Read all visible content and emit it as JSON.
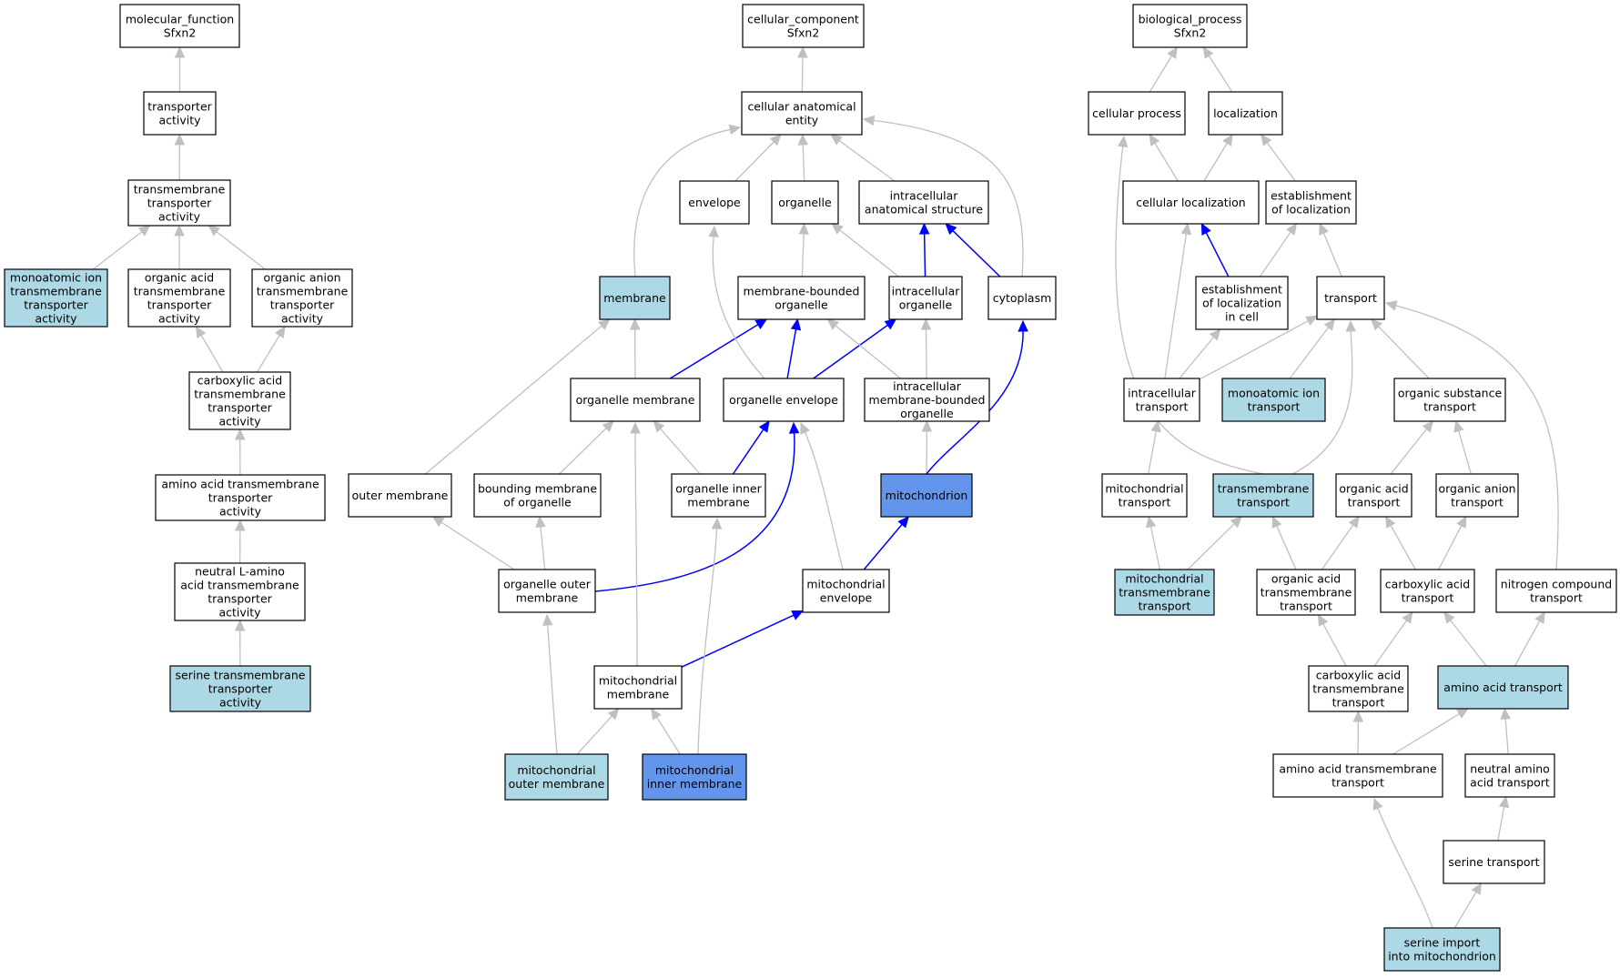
{
  "colors": {
    "plain": "#ffffff",
    "light": "#add8e6",
    "dark": "#6495ed",
    "edge_gray": "#c0c0c0",
    "edge_blue": "#0000ff"
  },
  "nodes": [
    {
      "id": "mf_root",
      "lines": [
        "molecular_function",
        "Sfxn2"
      ],
      "style": "plain"
    },
    {
      "id": "transporter_activity",
      "lines": [
        "transporter",
        "activity"
      ],
      "style": "plain"
    },
    {
      "id": "tm_transporter_activity",
      "lines": [
        "transmembrane",
        "transporter",
        "activity"
      ],
      "style": "plain"
    },
    {
      "id": "monoatomic_ion_tm_act",
      "lines": [
        "monoatomic ion",
        "transmembrane",
        "transporter",
        "activity"
      ],
      "style": "light"
    },
    {
      "id": "organic_acid_tm_act",
      "lines": [
        "organic acid",
        "transmembrane",
        "transporter",
        "activity"
      ],
      "style": "plain"
    },
    {
      "id": "organic_anion_tm_act",
      "lines": [
        "organic anion",
        "transmembrane",
        "transporter",
        "activity"
      ],
      "style": "plain"
    },
    {
      "id": "carboxylic_acid_tm_act",
      "lines": [
        "carboxylic acid",
        "transmembrane",
        "transporter",
        "activity"
      ],
      "style": "plain"
    },
    {
      "id": "amino_acid_tm_act",
      "lines": [
        "amino acid transmembrane",
        "transporter",
        "activity"
      ],
      "style": "plain"
    },
    {
      "id": "neutral_l_amino_act",
      "lines": [
        "neutral L-amino",
        "acid transmembrane",
        "transporter",
        "activity"
      ],
      "style": "plain"
    },
    {
      "id": "serine_tm_act",
      "lines": [
        "serine transmembrane",
        "transporter",
        "activity"
      ],
      "style": "light"
    },
    {
      "id": "cc_root",
      "lines": [
        "cellular_component",
        "Sfxn2"
      ],
      "style": "plain"
    },
    {
      "id": "cellular_anatomical_entity",
      "lines": [
        "cellular anatomical",
        "entity"
      ],
      "style": "plain"
    },
    {
      "id": "envelope",
      "lines": [
        "envelope"
      ],
      "style": "plain"
    },
    {
      "id": "organelle",
      "lines": [
        "organelle"
      ],
      "style": "plain"
    },
    {
      "id": "intracellular_anatomical_structure",
      "lines": [
        "intracellular",
        "anatomical structure"
      ],
      "style": "plain"
    },
    {
      "id": "membrane",
      "lines": [
        "membrane"
      ],
      "style": "light"
    },
    {
      "id": "membrane_bounded_organelle",
      "lines": [
        "membrane-bounded",
        "organelle"
      ],
      "style": "plain"
    },
    {
      "id": "intracellular_organelle",
      "lines": [
        "intracellular",
        "organelle"
      ],
      "style": "plain"
    },
    {
      "id": "cytoplasm",
      "lines": [
        "cytoplasm"
      ],
      "style": "plain"
    },
    {
      "id": "organelle_membrane",
      "lines": [
        "organelle membrane"
      ],
      "style": "plain"
    },
    {
      "id": "organelle_envelope",
      "lines": [
        "organelle envelope"
      ],
      "style": "plain"
    },
    {
      "id": "intracellular_mbo",
      "lines": [
        "intracellular",
        "membrane-bounded",
        "organelle"
      ],
      "style": "plain"
    },
    {
      "id": "outer_membrane",
      "lines": [
        "outer membrane"
      ],
      "style": "plain"
    },
    {
      "id": "bounding_membrane",
      "lines": [
        "bounding membrane",
        "of organelle"
      ],
      "style": "plain"
    },
    {
      "id": "organelle_inner_membrane",
      "lines": [
        "organelle inner",
        "membrane"
      ],
      "style": "plain"
    },
    {
      "id": "mitochondrion",
      "lines": [
        "mitochondrion"
      ],
      "style": "dark"
    },
    {
      "id": "organelle_outer_membrane",
      "lines": [
        "organelle outer",
        "membrane"
      ],
      "style": "plain"
    },
    {
      "id": "mitochondrial_envelope",
      "lines": [
        "mitochondrial",
        "envelope"
      ],
      "style": "plain"
    },
    {
      "id": "mitochondrial_membrane",
      "lines": [
        "mitochondrial",
        "membrane"
      ],
      "style": "plain"
    },
    {
      "id": "mito_outer_membrane",
      "lines": [
        "mitochondrial",
        "outer membrane"
      ],
      "style": "light"
    },
    {
      "id": "mito_inner_membrane",
      "lines": [
        "mitochondrial",
        "inner membrane"
      ],
      "style": "dark"
    },
    {
      "id": "bp_root",
      "lines": [
        "biological_process",
        "Sfxn2"
      ],
      "style": "plain"
    },
    {
      "id": "cellular_process",
      "lines": [
        "cellular process"
      ],
      "style": "plain"
    },
    {
      "id": "localization",
      "lines": [
        "localization"
      ],
      "style": "plain"
    },
    {
      "id": "cellular_localization",
      "lines": [
        "cellular localization"
      ],
      "style": "plain"
    },
    {
      "id": "establishment_of_localization",
      "lines": [
        "establishment",
        "of localization"
      ],
      "style": "plain"
    },
    {
      "id": "est_loc_in_cell",
      "lines": [
        "establishment",
        "of localization",
        "in cell"
      ],
      "style": "plain"
    },
    {
      "id": "transport",
      "lines": [
        "transport"
      ],
      "style": "plain"
    },
    {
      "id": "intracellular_transport",
      "lines": [
        "intracellular",
        "transport"
      ],
      "style": "plain"
    },
    {
      "id": "monoatomic_ion_transport",
      "lines": [
        "monoatomic ion",
        "transport"
      ],
      "style": "light"
    },
    {
      "id": "organic_substance_transport",
      "lines": [
        "organic substance",
        "transport"
      ],
      "style": "plain"
    },
    {
      "id": "mitochondrial_transport",
      "lines": [
        "mitochondrial",
        "transport"
      ],
      "style": "plain"
    },
    {
      "id": "transmembrane_transport",
      "lines": [
        "transmembrane",
        "transport"
      ],
      "style": "light"
    },
    {
      "id": "organic_acid_transport",
      "lines": [
        "organic acid",
        "transport"
      ],
      "style": "plain"
    },
    {
      "id": "organic_anion_transport",
      "lines": [
        "organic anion",
        "transport"
      ],
      "style": "plain"
    },
    {
      "id": "mito_tm_transport",
      "lines": [
        "mitochondrial",
        "transmembrane",
        "transport"
      ],
      "style": "light"
    },
    {
      "id": "organic_acid_tm_transport",
      "lines": [
        "organic acid",
        "transmembrane",
        "transport"
      ],
      "style": "plain"
    },
    {
      "id": "carboxylic_acid_transport",
      "lines": [
        "carboxylic acid",
        "transport"
      ],
      "style": "plain"
    },
    {
      "id": "nitrogen_compound_transport",
      "lines": [
        "nitrogen compound",
        "transport"
      ],
      "style": "plain"
    },
    {
      "id": "carboxylic_acid_tm_transport",
      "lines": [
        "carboxylic acid",
        "transmembrane",
        "transport"
      ],
      "style": "plain"
    },
    {
      "id": "amino_acid_transport",
      "lines": [
        "amino acid transport"
      ],
      "style": "light"
    },
    {
      "id": "amino_acid_tm_transport",
      "lines": [
        "amino acid transmembrane",
        "transport"
      ],
      "style": "plain"
    },
    {
      "id": "neutral_amino_acid_transport",
      "lines": [
        "neutral amino",
        "acid transport"
      ],
      "style": "plain"
    },
    {
      "id": "serine_transport",
      "lines": [
        "serine transport"
      ],
      "style": "plain"
    },
    {
      "id": "serine_import_mito",
      "lines": [
        "serine import",
        "into mitochondrion"
      ],
      "style": "light"
    }
  ],
  "edges": [
    {
      "from": "transporter_activity",
      "to": "mf_root",
      "color": "gray"
    },
    {
      "from": "tm_transporter_activity",
      "to": "transporter_activity",
      "color": "gray"
    },
    {
      "from": "monoatomic_ion_tm_act",
      "to": "tm_transporter_activity",
      "color": "gray"
    },
    {
      "from": "organic_acid_tm_act",
      "to": "tm_transporter_activity",
      "color": "gray"
    },
    {
      "from": "organic_anion_tm_act",
      "to": "tm_transporter_activity",
      "color": "gray"
    },
    {
      "from": "carboxylic_acid_tm_act",
      "to": "organic_acid_tm_act",
      "color": "gray"
    },
    {
      "from": "carboxylic_acid_tm_act",
      "to": "organic_anion_tm_act",
      "color": "gray"
    },
    {
      "from": "amino_acid_tm_act",
      "to": "carboxylic_acid_tm_act",
      "color": "gray"
    },
    {
      "from": "neutral_l_amino_act",
      "to": "amino_acid_tm_act",
      "color": "gray"
    },
    {
      "from": "serine_tm_act",
      "to": "neutral_l_amino_act",
      "color": "gray"
    },
    {
      "from": "cellular_anatomical_entity",
      "to": "cc_root",
      "color": "gray"
    },
    {
      "from": "envelope",
      "to": "cellular_anatomical_entity",
      "color": "gray"
    },
    {
      "from": "organelle",
      "to": "cellular_anatomical_entity",
      "color": "gray"
    },
    {
      "from": "intracellular_anatomical_structure",
      "to": "cellular_anatomical_entity",
      "color": "gray"
    },
    {
      "from": "membrane",
      "to": "cellular_anatomical_entity",
      "color": "gray"
    },
    {
      "from": "cytoplasm",
      "to": "cellular_anatomical_entity",
      "color": "gray"
    },
    {
      "from": "membrane_bounded_organelle",
      "to": "organelle",
      "color": "gray"
    },
    {
      "from": "intracellular_organelle",
      "to": "organelle",
      "color": "gray"
    },
    {
      "from": "intracellular_organelle",
      "to": "intracellular_anatomical_structure",
      "color": "blue"
    },
    {
      "from": "cytoplasm",
      "to": "intracellular_anatomical_structure",
      "color": "blue"
    },
    {
      "from": "organelle_membrane",
      "to": "membrane",
      "color": "gray"
    },
    {
      "from": "organelle_membrane",
      "to": "membrane_bounded_organelle",
      "color": "blue"
    },
    {
      "from": "organelle_envelope",
      "to": "envelope",
      "color": "gray"
    },
    {
      "from": "organelle_envelope",
      "to": "membrane_bounded_organelle",
      "color": "blue"
    },
    {
      "from": "organelle_envelope",
      "to": "intracellular_organelle",
      "color": "blue"
    },
    {
      "from": "intracellular_mbo",
      "to": "membrane_bounded_organelle",
      "color": "gray"
    },
    {
      "from": "intracellular_mbo",
      "to": "intracellular_organelle",
      "color": "gray"
    },
    {
      "from": "outer_membrane",
      "to": "membrane",
      "color": "gray"
    },
    {
      "from": "bounding_membrane",
      "to": "organelle_membrane",
      "color": "gray"
    },
    {
      "from": "organelle_inner_membrane",
      "to": "organelle_membrane",
      "color": "gray"
    },
    {
      "from": "organelle_inner_membrane",
      "to": "organelle_envelope",
      "color": "blue"
    },
    {
      "from": "mitochondrion",
      "to": "intracellular_mbo",
      "color": "gray"
    },
    {
      "from": "mitochondrion",
      "to": "cytoplasm",
      "color": "blue"
    },
    {
      "from": "organelle_outer_membrane",
      "to": "outer_membrane",
      "color": "gray"
    },
    {
      "from": "organelle_outer_membrane",
      "to": "bounding_membrane",
      "color": "gray"
    },
    {
      "from": "organelle_outer_membrane",
      "to": "organelle_envelope",
      "color": "blue"
    },
    {
      "from": "mitochondrial_envelope",
      "to": "organelle_envelope",
      "color": "gray"
    },
    {
      "from": "mitochondrial_envelope",
      "to": "mitochondrion",
      "color": "blue"
    },
    {
      "from": "mitochondrial_membrane",
      "to": "organelle_membrane",
      "color": "gray"
    },
    {
      "from": "mitochondrial_membrane",
      "to": "mitochondrial_envelope",
      "color": "blue"
    },
    {
      "from": "mito_outer_membrane",
      "to": "organelle_outer_membrane",
      "color": "gray"
    },
    {
      "from": "mito_outer_membrane",
      "to": "mitochondrial_membrane",
      "color": "gray"
    },
    {
      "from": "mito_inner_membrane",
      "to": "mitochondrial_membrane",
      "color": "gray"
    },
    {
      "from": "mito_inner_membrane",
      "to": "organelle_inner_membrane",
      "color": "gray"
    },
    {
      "from": "cellular_process",
      "to": "bp_root",
      "color": "gray"
    },
    {
      "from": "localization",
      "to": "bp_root",
      "color": "gray"
    },
    {
      "from": "cellular_localization",
      "to": "cellular_process",
      "color": "gray"
    },
    {
      "from": "cellular_localization",
      "to": "localization",
      "color": "gray"
    },
    {
      "from": "establishment_of_localization",
      "to": "localization",
      "color": "gray"
    },
    {
      "from": "est_loc_in_cell",
      "to": "cellular_localization",
      "color": "blue"
    },
    {
      "from": "est_loc_in_cell",
      "to": "establishment_of_localization",
      "color": "gray"
    },
    {
      "from": "transport",
      "to": "establishment_of_localization",
      "color": "gray"
    },
    {
      "from": "intracellular_transport",
      "to": "cellular_localization",
      "color": "gray"
    },
    {
      "from": "intracellular_transport",
      "to": "est_loc_in_cell",
      "color": "gray"
    },
    {
      "from": "intracellular_transport",
      "to": "transport",
      "color": "gray"
    },
    {
      "from": "monoatomic_ion_transport",
      "to": "transport",
      "color": "gray"
    },
    {
      "from": "organic_substance_transport",
      "to": "transport",
      "color": "gray"
    },
    {
      "from": "mitochondrial_transport",
      "to": "intracellular_transport",
      "color": "gray"
    },
    {
      "from": "transmembrane_transport",
      "to": "cellular_process",
      "color": "gray"
    },
    {
      "from": "transmembrane_transport",
      "to": "transport",
      "color": "gray"
    },
    {
      "from": "organic_acid_transport",
      "to": "organic_substance_transport",
      "color": "gray"
    },
    {
      "from": "organic_anion_transport",
      "to": "organic_substance_transport",
      "color": "gray"
    },
    {
      "from": "mito_tm_transport",
      "to": "mitochondrial_transport",
      "color": "gray"
    },
    {
      "from": "mito_tm_transport",
      "to": "transmembrane_transport",
      "color": "gray"
    },
    {
      "from": "organic_acid_tm_transport",
      "to": "transmembrane_transport",
      "color": "gray"
    },
    {
      "from": "organic_acid_tm_transport",
      "to": "organic_acid_transport",
      "color": "gray"
    },
    {
      "from": "carboxylic_acid_transport",
      "to": "organic_acid_transport",
      "color": "gray"
    },
    {
      "from": "carboxylic_acid_transport",
      "to": "organic_anion_transport",
      "color": "gray"
    },
    {
      "from": "nitrogen_compound_transport",
      "to": "transport",
      "color": "gray"
    },
    {
      "from": "carboxylic_acid_tm_transport",
      "to": "organic_acid_tm_transport",
      "color": "gray"
    },
    {
      "from": "carboxylic_acid_tm_transport",
      "to": "carboxylic_acid_transport",
      "color": "gray"
    },
    {
      "from": "amino_acid_transport",
      "to": "carboxylic_acid_transport",
      "color": "gray"
    },
    {
      "from": "amino_acid_transport",
      "to": "nitrogen_compound_transport",
      "color": "gray"
    },
    {
      "from": "amino_acid_tm_transport",
      "to": "carboxylic_acid_tm_transport",
      "color": "gray"
    },
    {
      "from": "amino_acid_tm_transport",
      "to": "amino_acid_transport",
      "color": "gray"
    },
    {
      "from": "neutral_amino_acid_transport",
      "to": "amino_acid_transport",
      "color": "gray"
    },
    {
      "from": "serine_transport",
      "to": "neutral_amino_acid_transport",
      "color": "gray"
    },
    {
      "from": "serine_import_mito",
      "to": "serine_transport",
      "color": "gray"
    },
    {
      "from": "serine_import_mito",
      "to": "amino_acid_tm_transport",
      "color": "gray"
    }
  ]
}
